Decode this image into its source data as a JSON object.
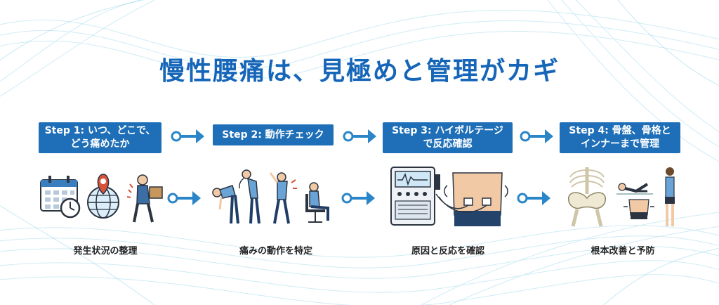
{
  "title": "慢性腰痛は、見極めと管理がカギ",
  "steps": [
    {
      "line1": "Step 1: いつ、どこで、",
      "line2": "どう痛めたか",
      "caption": "発生状況の整理"
    },
    {
      "line1": "Step 2: 動作チェック",
      "line2": "",
      "caption": "痛みの動作を特定"
    },
    {
      "line1": "Step 3: ハイボルテージ",
      "line2": "で反応確認",
      "caption": "原因と反応を確認"
    },
    {
      "line1": "Step 4: 骨盤、骨格と",
      "line2": "インナーまで管理",
      "caption": "根本改善と予防"
    }
  ],
  "colors": {
    "accent": "#1e6fb8",
    "title": "#1565b8",
    "wave": "#9fd8ec"
  }
}
